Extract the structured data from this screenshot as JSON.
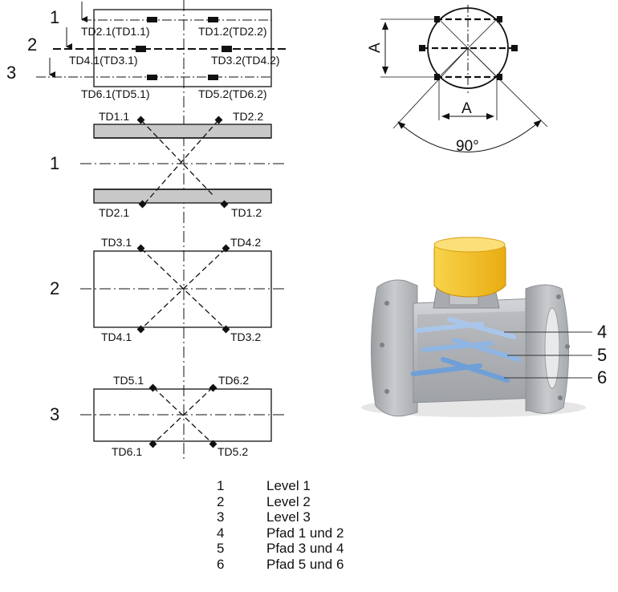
{
  "colors": {
    "line": "#111111",
    "pipe_wall": "#c8c8c8",
    "meter_body": "#b9bcc0",
    "meter_top": "#f5c21b",
    "meter_dark": "#8f9296",
    "sensor": "#6f9fd8",
    "sensor_light": "#a9c6ea"
  },
  "top_view": {
    "levels": [
      "1",
      "2",
      "3"
    ],
    "labels": {
      "td21": "TD2.1(TD1.1)",
      "td12": "TD1.2(TD2.2)",
      "td41": "TD4.1(TD3.1)",
      "td32": "TD3.2(TD4.2)",
      "td61": "TD6.1(TD5.1)",
      "td52": "TD5.2(TD6.2)"
    }
  },
  "section1": {
    "number": "1",
    "top_left": "TD1.1",
    "top_right": "TD2.2",
    "bottom_left": "TD2.1",
    "bottom_right": "TD1.2"
  },
  "section2": {
    "number": "2",
    "top_left": "TD3.1",
    "top_right": "TD4.2",
    "bottom_left": "TD4.1",
    "bottom_right": "TD3.2"
  },
  "section3": {
    "number": "3",
    "top_left": "TD5.1",
    "top_right": "TD6.2",
    "bottom_left": "TD6.1",
    "bottom_right": "TD5.2"
  },
  "cross_section": {
    "dim_vertical": "A",
    "dim_horizontal": "A",
    "angle": "90°"
  },
  "meter_callouts": [
    "4",
    "5",
    "6"
  ],
  "legend": [
    {
      "num": "1",
      "text": "Level 1"
    },
    {
      "num": "2",
      "text": "Level 2"
    },
    {
      "num": "3",
      "text": "Level 3"
    },
    {
      "num": "4",
      "text": "Pfad 1 und 2"
    },
    {
      "num": "5",
      "text": "Pfad 3 und 4"
    },
    {
      "num": "6",
      "text": "Pfad 5 und 6"
    }
  ]
}
